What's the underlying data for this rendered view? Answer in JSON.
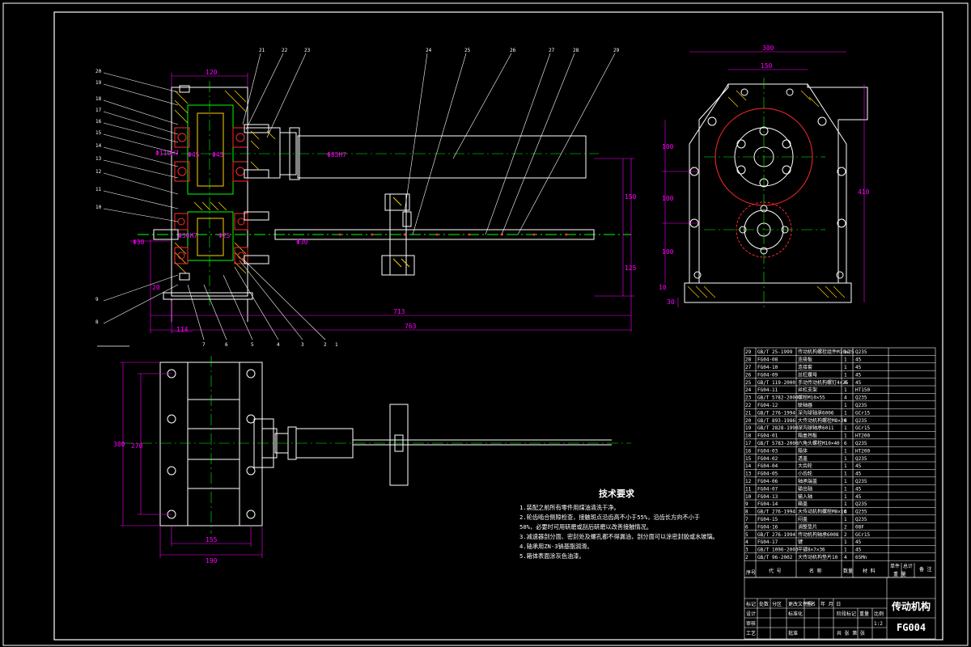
{
  "drawing": {
    "title": "传动机构",
    "code": "FG004"
  },
  "dimensions": {
    "top_width": "120",
    "dia_shaft": "Φ85H7",
    "dia_left": "Φ110H7",
    "dia_center": "Φ45",
    "dia_input": "Φ30H7",
    "dia_bottom": "Φ30",
    "dia_30_2": "Φ30",
    "dia_25": "Φ25",
    "d_150": "150",
    "d_125": "125",
    "d_713": "713",
    "d_763": "763",
    "d_114": "114",
    "d_20": "20",
    "right_top": "300",
    "right_inner": "150",
    "right_h": "410",
    "r100a": "100",
    "r100b": "100",
    "r100c": "100",
    "r10": "10",
    "r30": "30",
    "plan_h": "380",
    "plan_inner": "270",
    "plan_155": "155",
    "plan_190": "190"
  },
  "balloons_left": [
    "20",
    "19",
    "18",
    "17",
    "16",
    "15",
    "14",
    "13",
    "12",
    "11",
    "10",
    "9",
    "8"
  ],
  "balloons_top": [
    "21",
    "22",
    "23",
    "24",
    "25",
    "26",
    "27",
    "28",
    "29"
  ],
  "balloons_bottom": [
    "7",
    "6",
    "5",
    "4",
    "3",
    "2",
    "1"
  ],
  "notes": {
    "heading": "技术要求",
    "lines": [
      "1.装配之前所有零件用煤油清洗干净。",
      "2.轮齿啮合侧隙检查，接触斑点沿齿高不小于55%，沿齿长方向不小于",
      "50%，必要时可用研磨或刮后研磨以改善接触情况。",
      "3.减速器剖分面、密封处及螺孔都不得漏油，剖分面可以涂密封胶或水玻璃。",
      "4.轴承用ZN-3钠基脂润滑。",
      "5.箱体表面涂灰色油漆。"
    ]
  },
  "bom": [
    [
      "29",
      "GB/T 25-1999",
      "传动机构螺栓组件M10×25",
      "12",
      "Q235"
    ],
    [
      "28",
      "FG04-08",
      "连接板",
      "1",
      "45"
    ],
    [
      "27",
      "FG04-10",
      "连接套",
      "1",
      "45"
    ],
    [
      "26",
      "FG04-09",
      "丝杠螺母",
      "1",
      "45"
    ],
    [
      "25",
      "GB/T 119-2000",
      "手动传动机构螺钉4×25",
      "4",
      "45"
    ],
    [
      "24",
      "FG04-11",
      "丝杠支架",
      "1",
      "HT150"
    ],
    [
      "23",
      "GB/T 5782-2000",
      "螺栓M10×55",
      "4",
      "Q235"
    ],
    [
      "22",
      "FG04-12",
      "联轴器",
      "1",
      "Q235"
    ],
    [
      "21",
      "GB/T 276-1994",
      "深沟球轴承6006",
      "1",
      "GCr15"
    ],
    [
      "20",
      "GB/T 893-1986",
      "大传动机构螺栓M8×20",
      "4",
      "Q235"
    ],
    [
      "19",
      "GB/T 2828-1990",
      "深沟球轴承6011",
      "1",
      "GCr15"
    ],
    [
      "18",
      "FG04-01",
      "箱盖挡板",
      "1",
      "HT200"
    ],
    [
      "17",
      "GB/T 5783-2000",
      "六角头螺栓M10×40",
      "6",
      "Q235"
    ],
    [
      "16",
      "FG04-03",
      "箱体",
      "1",
      "HT200"
    ],
    [
      "15",
      "FG04-02",
      "透盖",
      "1",
      "Q235"
    ],
    [
      "14",
      "FG04-04",
      "大齿轮",
      "1",
      "45"
    ],
    [
      "13",
      "FG04-05",
      "小齿轮",
      "1",
      "45"
    ],
    [
      "12",
      "FG04-06",
      "轴承端盖",
      "1",
      "Q235"
    ],
    [
      "11",
      "FG04-07",
      "输出轴",
      "1",
      "45"
    ],
    [
      "10",
      "FG04-13",
      "输入轴",
      "1",
      "45"
    ],
    [
      "9",
      "FG04-14",
      "箱盖",
      "1",
      "Q235"
    ],
    [
      "8",
      "GB/T 276-1994",
      "大传动机构螺栓M8×16",
      "4",
      "Q235"
    ],
    [
      "7",
      "FG04-15",
      "闷盖",
      "1",
      "Q235"
    ],
    [
      "6",
      "FG04-16",
      "调整垫片",
      "2",
      "08F"
    ],
    [
      "5",
      "GB/T 276-1994",
      "传动机构轴承6008",
      "2",
      "GCr15"
    ],
    [
      "4",
      "FG04-17",
      "键",
      "1",
      "45"
    ],
    [
      "3",
      "GB/T 1096-2003",
      "平键8×7×36",
      "1",
      "45"
    ],
    [
      "2",
      "GB/T 96-2002",
      "大传动机构垫片10",
      "4",
      "65Mn"
    ]
  ],
  "bom_header": {
    "no": "序号",
    "code": "代 号",
    "name": "名 称",
    "qty": "数量",
    "mat": "材 料",
    "unit": "单件",
    "total": "总计",
    "weight": "重 量",
    "remark": "备 注"
  },
  "titleblock": {
    "marks": "标记",
    "count": "处数",
    "zone": "分区",
    "change": "更改文件号",
    "sign": "签名",
    "date": "年 月 日",
    "design": "设计",
    "std": "标准化",
    "check": "审核",
    "process": "工艺",
    "approve": "批准",
    "stage": "阶段标记",
    "weight": "重量",
    "scale": "比例",
    "scale_val": "1:2",
    "sheet": "共 张 第 张"
  }
}
